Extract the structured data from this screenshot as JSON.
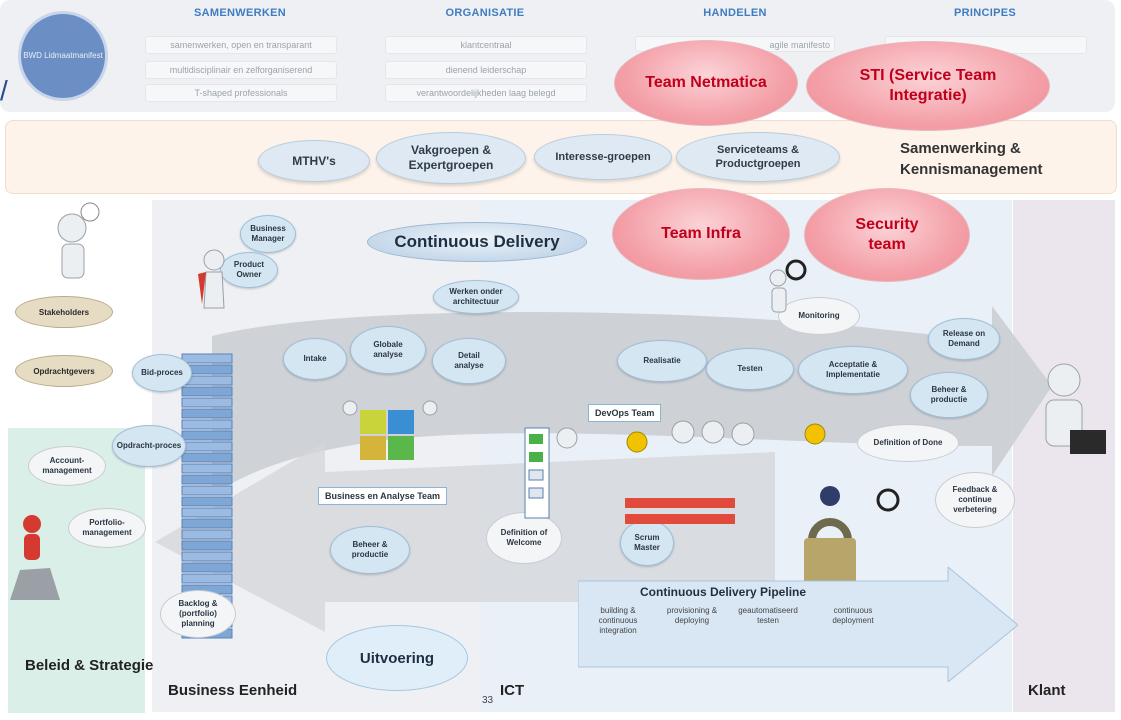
{
  "top": {
    "manifest_circle": "BWD Lidmaatmanifest",
    "columns": [
      {
        "title": "SAMENWERKEN",
        "items": [
          "samenwerken, open en transparant",
          "multidisciplinair en zelforganiserend",
          "T-shaped professionals"
        ]
      },
      {
        "title": "ORGANISATIE",
        "items": [
          "klantcentraal",
          "dienend leiderschap",
          "verantwoordelijkheden laag belegd"
        ]
      },
      {
        "title": "HANDELEN",
        "items": [
          "agile manifesto",
          "",
          ""
        ]
      },
      {
        "title": "PRINCIPES",
        "items": [
          "",
          "",
          ""
        ]
      }
    ]
  },
  "cooperation": {
    "groups": [
      "MTHV's",
      "Vakgroepen & Expertgroepen",
      "Interesse-groepen",
      "Serviceteams & Productgroepen"
    ],
    "title": "Samenwerking & Kennismanagement"
  },
  "overlays": {
    "team_netmatica": "Team Netmatica",
    "sti": "STI (Service Team Integratie)",
    "team_infra": "Team Infra",
    "security_team": "Security team"
  },
  "continuous_delivery": "Continuous Delivery",
  "left": {
    "stakeholders": "Stakeholders",
    "opdrachtgevers": "Opdrachtgevers",
    "account_management": "Account-management",
    "portfolio_management": "Portfolio-management"
  },
  "business": {
    "business_manager": "Business Manager",
    "product_owner": "Product Owner",
    "bid_proces": "Bid-proces",
    "opdracht_proces": "Opdracht-proces",
    "backlog": "Backlog & (portfolio) planning",
    "beheer": "Beheer & productie",
    "team_label": "Business en Analyse Team",
    "uitvoering": "Uitvoering"
  },
  "flow": {
    "werken": "Werken onder architectuur",
    "intake": "Intake",
    "globale": "Globale analyse",
    "detail": "Detail analyse",
    "realisatie": "Realisatie",
    "testen": "Testen",
    "acceptatie": "Acceptatie & Implementatie",
    "beheer": "Beheer & productie",
    "release": "Release on Demand",
    "monitoring": "Monitoring",
    "dod": "Definition of Done",
    "feedback": "Feedback & continue verbetering",
    "dow": "Definition of Welcome",
    "scrum": "Scrum Master",
    "devops": "DevOps Team"
  },
  "pipeline": {
    "title": "Continuous Delivery Pipeline",
    "steps": [
      "building & continuous integration",
      "provisioning & deploying",
      "geautomatiseerd testen",
      "continuous deployment"
    ]
  },
  "labels": {
    "beleid": "Beleid & Strategie",
    "business": "Business Eenheid",
    "ict": "ICT",
    "klant": "Klant",
    "page": "33"
  }
}
